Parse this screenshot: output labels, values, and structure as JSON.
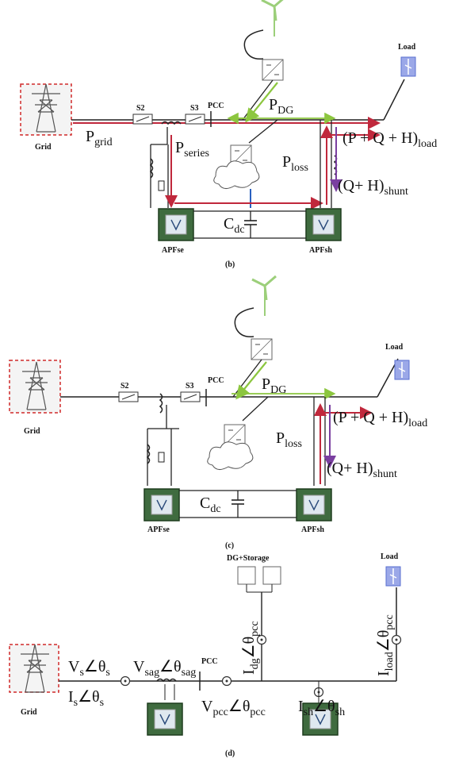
{
  "panel_b": {
    "caption": "(b)",
    "grid_label": "Grid",
    "load_label": "Load",
    "switch_s2": "S2",
    "switch_s3": "S3",
    "pcc": "PCC",
    "p_dg": "P",
    "p_dg_sub": "DG",
    "p_grid": "P",
    "p_grid_sub": "grid",
    "p_series": "P",
    "p_series_sub": "series",
    "p_loss": "P",
    "p_loss_sub": "loss",
    "pqh_load": "(P + Q + H)",
    "pqh_load_sub": "load",
    "qh_shunt": "(Q+ H)",
    "qh_shunt_sub": "shunt",
    "cdc": "C",
    "cdc_sub": "dc",
    "apf_se": "APFse",
    "apf_sh": "APFsh"
  },
  "panel_c": {
    "caption": "(c)",
    "grid_label": "Grid",
    "load_label": "Load",
    "switch_s2": "S2",
    "switch_s3": "S3",
    "pcc": "PCC",
    "p_dg": "P",
    "p_dg_sub": "DG",
    "p_loss": "P",
    "p_loss_sub": "loss",
    "pqh_load": "(P + Q + H)",
    "pqh_load_sub": "load",
    "qh_shunt": "(Q+ H)",
    "qh_shunt_sub": "shunt",
    "cdc": "C",
    "cdc_sub": "dc",
    "apf_se": "APFse",
    "apf_sh": "APFsh"
  },
  "panel_d": {
    "caption": "(d)",
    "grid_label": "Grid",
    "load_label": "Load",
    "dg_storage": "DG+Storage",
    "pcc": "PCC",
    "vs": "V",
    "vs_sub": "s",
    "vs_angle": "∠θ",
    "vs_angle_sub": "s",
    "is": "I",
    "is_sub": "s",
    "is_angle": "∠θ",
    "is_angle_sub": "s",
    "vsag": "V",
    "vsag_sub": "sag",
    "vsag_angle": "∠θ",
    "vsag_angle_sub": "sag",
    "vpcc": "V",
    "vpcc_sub": "pcc",
    "vpcc_angle": "∠θ",
    "vpcc_angle_sub": "pcc",
    "idg": "I",
    "idg_sub": "dg",
    "idg_angle": "∠θ",
    "idg_angle_sub": "pcc",
    "ish": "I",
    "ish_sub": "sh",
    "ish_angle": "∠θ",
    "ish_angle_sub": "sh",
    "iload": "I",
    "iload_sub": "load",
    "iload_angle": "∠θ",
    "iload_angle_sub": "pcc"
  },
  "colors": {
    "line": "#222222",
    "power_red": "#c0283c",
    "power_green": "#8cc63f",
    "power_purple": "#7a3fa0",
    "apf_green": "#3f6b3f",
    "grid_frame": "#d02a2a",
    "load_blue": "#5a6fd0"
  }
}
